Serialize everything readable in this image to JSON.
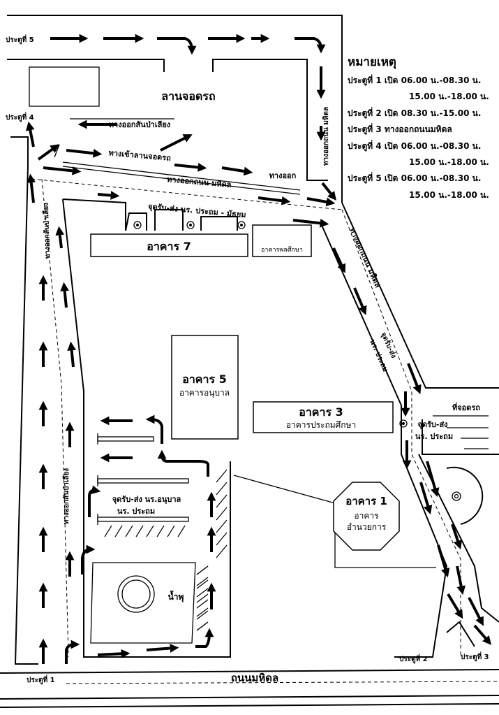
{
  "labels": {
    "parking_lot": "ลานจอดรถ",
    "exit_sanpaliang_top": "ทางออกสันป่าเลียง",
    "enter_parking": "ทางเข้าลานจอดรถ",
    "exit_short": "ทางออก",
    "exit_mahidol_top": "ทางออกถนน มหิดล",
    "exit_mahidol_right": "ทางออกถนน มหิดล",
    "exit_mahidol_diag": "ทางออกถนน มหิดล",
    "pickup_primary_secondary": "จุดรับ-ส่ง นร. ประถม - มัธยม",
    "exit_sanpaliang_left_top": "ทางออกสันป่าเลียง",
    "exit_sanpaliang_left_bottom": "ทางออกสันป่าเลียง",
    "pickup_diag": "จุดรับ-ส่ง",
    "pickup_diag_2": "นร. ประถม",
    "pickup_primary_right": "จุดรับ-ส่ง",
    "pickup_primary_right_2": "นร. ประถม",
    "parking_spot": "ที่จอดรถ",
    "pickup_kindergarten": "จุดรับ-ส่ง นร.อนุบาล",
    "pickup_kindergarten_2": "นร. ประถม",
    "fountain": "น้ำพุ",
    "road_name": "ถนนมหิดล"
  },
  "buildings": {
    "b7": {
      "name": "อาคาร 7"
    },
    "sport": {
      "name": "อาคารพลศึกษา"
    },
    "b5": {
      "name": "อาคาร 5",
      "sub": "อาคารอนุบาล"
    },
    "b3": {
      "name": "อาคาร 3",
      "sub": "อาคารประถมศึกษา"
    },
    "b1": {
      "name": "อาคาร 1",
      "sub": "อาคาร",
      "sub2": "อำนวยการ"
    }
  },
  "gates": {
    "g1": "ประตูที่ 1",
    "g2": "ประตูที่ 2",
    "g3": "ประตูที่ 3",
    "g4": "ประตูที่ 4",
    "g5": "ประตูที่ 5"
  },
  "legend": {
    "title": "หมายเหตุ",
    "rows": [
      {
        "text": "ประตูที่ 1 เปิด 06.00 น.-08.30 น.",
        "indent": false
      },
      {
        "text": "15.00 น.-18.00 น.",
        "indent": true
      },
      {
        "text": "ประตูที่ 2 เปิด 08.30 น.-15.00 น.",
        "indent": false
      },
      {
        "text": "ประตูที่ 3 ทางออกถนนมหิดล",
        "indent": false
      },
      {
        "text": "ประตูที่ 4 เปิด 06.00 น.-08.30 น.",
        "indent": false
      },
      {
        "text": "15.00 น.-18.00 น.",
        "indent": true
      },
      {
        "text": "ประตูที่ 5 เปิด 06.00 น.-08.30 น.",
        "indent": false
      },
      {
        "text": "15.00 น.-18.00 น.",
        "indent": true
      }
    ]
  }
}
